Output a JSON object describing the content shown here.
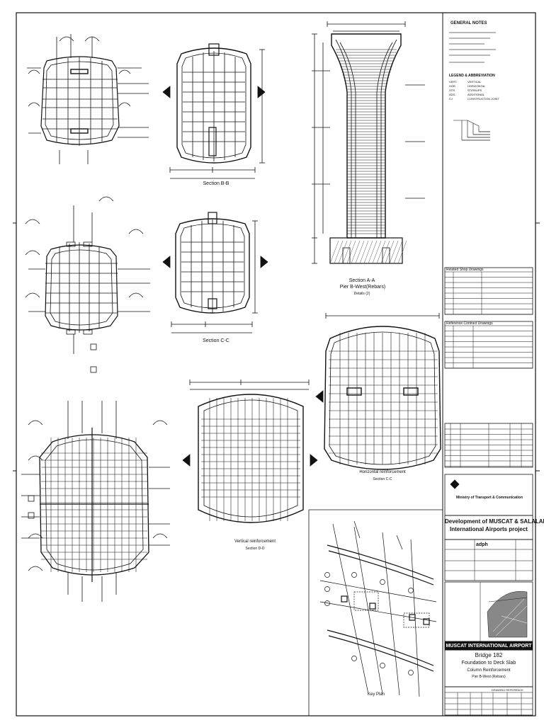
{
  "sheet": {
    "line_color": "#111111",
    "paper_color": "#ffffff",
    "hatch_color": "#555555"
  },
  "views": {
    "section_bb": {
      "title": "Section B-B"
    },
    "section_cc": {
      "title": "Section C-C"
    },
    "section_aa": {
      "title": "Section A-A",
      "subtitle": "Pier B-West(Rebars)",
      "detail": "Details (2)"
    },
    "vertical": {
      "title": "Vertical reinforcement",
      "subtitle": "Section D-D"
    },
    "horizontal": {
      "title": "Horizontal reinforcement",
      "subtitle": "Section C-C"
    },
    "key_plan": {
      "title": "Key Plan"
    }
  },
  "side_panel": {
    "general_notes_title": "GENERAL NOTES",
    "legend_title": "LEGEND & ABBREVIATION",
    "legend_items": [
      {
        "abbr": "VERT.",
        "meaning": "VERTICAL"
      },
      {
        "abbr": "HOR.",
        "meaning": "HORIZONTAL"
      },
      {
        "abbr": "STR.",
        "meaning": "STIRRUPS"
      },
      {
        "abbr": "ADD.",
        "meaning": "ADDITIONAL"
      },
      {
        "abbr": "CJ",
        "meaning": "CONSTRUCTION JOINT"
      }
    ],
    "related_shop_title": "Related Shop Drawings",
    "reference_title": "Reference Contract Drawings"
  },
  "title_block": {
    "ministry": "Ministry of Transport & Communication",
    "project_line1": "Development of MUSCAT & SALALAH",
    "project_line2": "International Airports project",
    "contractor": "adph",
    "airport": "MUSCAT INTERNATIONAL AIRPORT",
    "drawing_title_1": "Bridge 182",
    "drawing_title_2": "Foundation to Deck Slab",
    "drawing_title_3": "Column Reinforcement",
    "drawing_title_4": "Pier B-West (Rebars)",
    "drawing_reference_label": "DRAWING REFERENCE"
  }
}
